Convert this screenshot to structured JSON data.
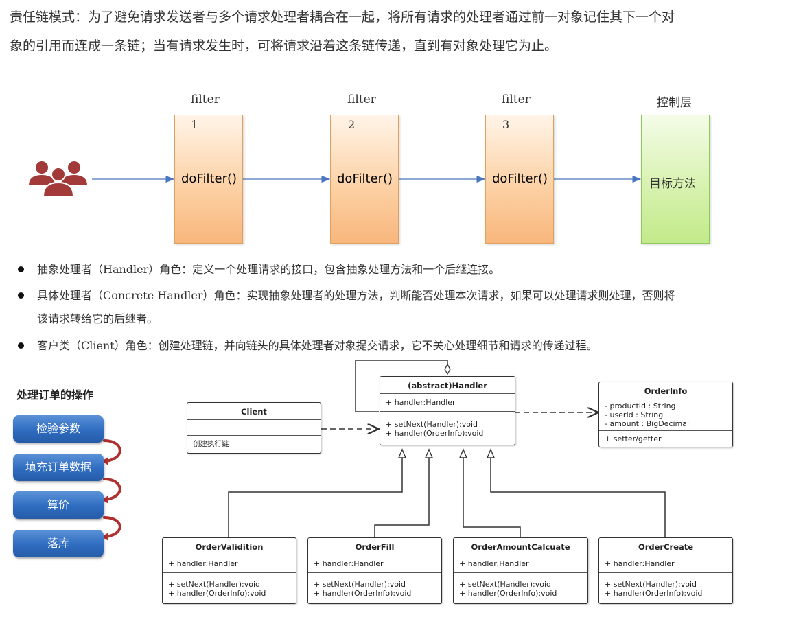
{
  "intro": {
    "line1": "责任链模式：为了避免请求发送者与多个请求处理者耦合在一起，将所有请求的处理者通过前一对象记住其下一个对",
    "line2": "象的引用而连成一条链；当有请求发生时，可将请求沿着这条链传递，直到有对象处理它为止。"
  },
  "flow": {
    "users_icon": "users-icon",
    "filters": [
      {
        "label": "filter",
        "number": "1",
        "method": "doFilter()"
      },
      {
        "label": "filter",
        "number": "2",
        "method": "doFilter()"
      },
      {
        "label": "filter",
        "number": "3",
        "method": "doFilter()"
      }
    ],
    "target": {
      "label": "控制层",
      "method": "目标方法"
    },
    "colors": {
      "filter_fill": "#fcd2a6",
      "target_fill": "#d8f2b0",
      "arrow": "#4a76c0",
      "users": "#a33a3a"
    }
  },
  "bullets": [
    {
      "text": "抽象处理者（Handler）角色：定义一个处理请求的接口，包含抽象处理方法和一个后继连接。"
    },
    {
      "text": "具体处理者（Concrete Handler）角色：实现抽象处理者的处理方法，判断能否处理本次请求，如果可以处理请求则处理，否则将",
      "text2": "该请求转给它的后继者。"
    },
    {
      "text": "客户类（Client）角色：创建处理链，并向链头的具体处理者对象提交请求，它不关心处理细节和请求的传递过程。"
    }
  ],
  "ops": {
    "title": "处理订单的操作",
    "steps": [
      "检验参数",
      "填充订单数据",
      "算价",
      "落库"
    ],
    "colors": {
      "button": "#2f6cc0",
      "curve": "#b03030"
    }
  },
  "uml": {
    "handler": {
      "title": "(abstract)Handler",
      "attrs": [
        "+ handler:Handler"
      ],
      "methods": [
        "+ setNext(Handler):void",
        "+ handler(OrderInfo):void"
      ]
    },
    "client": {
      "title": "Client",
      "attrs": [
        ""
      ],
      "methods": [
        "创建执行链"
      ]
    },
    "orderinfo": {
      "title": "OrderInfo",
      "attrs": [
        "- productId : String",
        "- userId : String",
        "- amount : BigDecimal"
      ],
      "methods": [
        "+ setter/getter"
      ]
    },
    "subclasses": [
      {
        "title": "OrderValidition",
        "attrs": [
          "+ handler:Handler"
        ],
        "methods": [
          "+ setNext(Handler):void",
          "+ handler(OrderInfo):void"
        ]
      },
      {
        "title": "OrderFill",
        "attrs": [
          "+ handler:Handler"
        ],
        "methods": [
          "+ setNext(Handler):void",
          "+ handler(OrderInfo):void"
        ]
      },
      {
        "title": "OrderAmountCalcuate",
        "attrs": [
          "+ handler:Handler"
        ],
        "methods": [
          "+ setNext(Handler):void",
          "+ handler(OrderInfo):void"
        ]
      },
      {
        "title": "OrderCreate",
        "attrs": [
          "+ handler:Handler"
        ],
        "methods": [
          "+ setNext(Handler):void",
          "+ handler(OrderInfo):void"
        ]
      }
    ]
  }
}
